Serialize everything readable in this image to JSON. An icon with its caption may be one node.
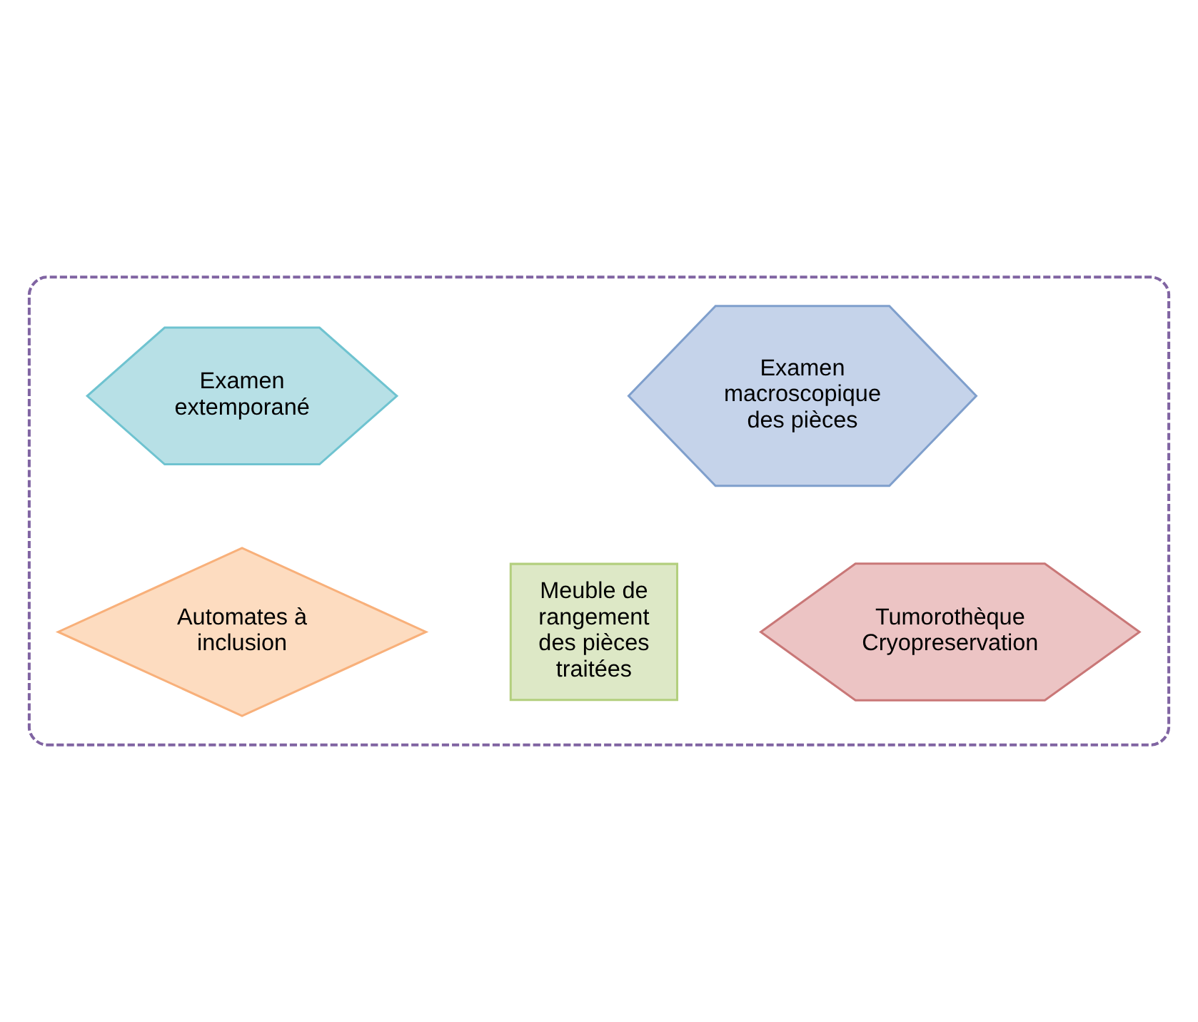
{
  "diagram": {
    "nodes": [
      {
        "text": [],
        "shape": "box"
      },
      {
        "text": [
          "Examen macroscopique des pièces"
        ],
        "in": 0
      },
      {
        "text": [
          "Examen extemporané"
        ],
        "in": 0
      },
      {
        "text": [
          "Meuble de rangement des pièces traitées"
        ],
        "in": 0
      },
      {
        "text": [
          "Automates à inclusion"
        ],
        "in": 0
      },
      {
        "text": [
          "Tumorothèque",
          "Cryopreservation"
        ],
        "in": 0
      }
    ],
    "edges": []
  }
}
